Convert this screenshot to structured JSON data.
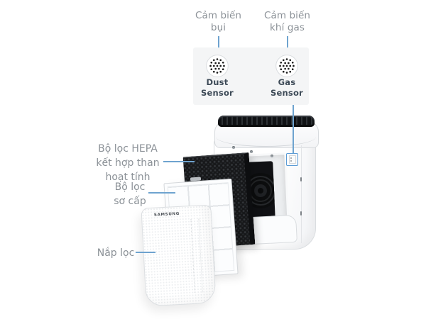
{
  "colors": {
    "accent_blue": "#6ea3cf",
    "location_box_blue": "#5b9bd5",
    "panel_bg": "#f4f5f6",
    "part_label_gray": "#8b9197",
    "sensor_text_dark": "#3d4a57",
    "hepa_filter_black": "#17181a"
  },
  "sensor_panel": {
    "dust": {
      "label_vi": "Cảm biến\nbụi",
      "label_en": "Dust\nSensor"
    },
    "gas": {
      "label_vi": "Cảm biến\nkhí gas",
      "label_en": "Gas\nSensor"
    }
  },
  "part_labels": {
    "hepa_filter": "Bộ lọc HEPA\nkết hợp than\nhoạt tính",
    "primary_filter": "Bộ lọc\nsơ cấp",
    "filter_cover": "Nắp lọc"
  },
  "device": {
    "brand": "SAMSUNG"
  }
}
